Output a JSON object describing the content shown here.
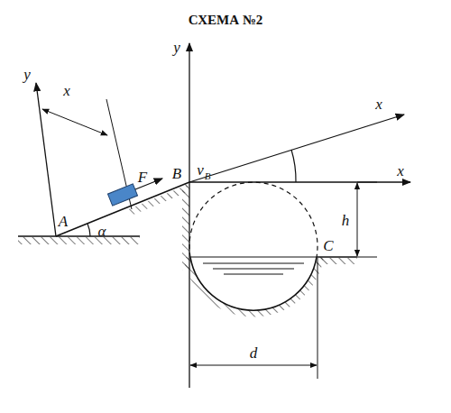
{
  "diagram": {
    "title": "СХЕМА №2",
    "labels": [
      "y",
      "x",
      "F",
      "A",
      "α",
      "B",
      "v",
      "B",
      "y",
      "x",
      "x",
      "h",
      "C",
      "d"
    ]
  }
}
